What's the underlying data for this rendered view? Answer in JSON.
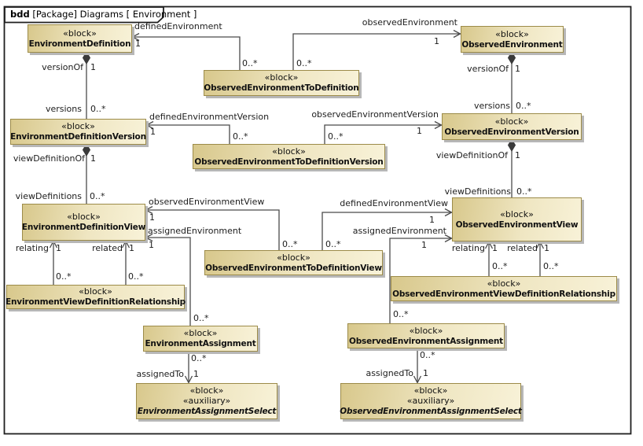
{
  "diagram": {
    "tab_kind": "bdd",
    "tab_rest": "[Package] Diagrams [ Environment ]"
  },
  "colors": {
    "block_fill_left": "#d8c88c",
    "block_fill_right": "#f8f2d8",
    "block_border": "#9c8b49",
    "connector": "#4a4a4a",
    "frame": "#1f1f1f",
    "background": "#ffffff"
  },
  "blocks": {
    "environment_definition": {
      "stereotype": "«block»",
      "name": "EnvironmentDefinition"
    },
    "observed_environment": {
      "stereotype": "«block»",
      "name": "ObservedEnvironment"
    },
    "observed_environment_to_definition": {
      "stereotype": "«block»",
      "name": "ObservedEnvironmentToDefinition"
    },
    "environment_definition_version": {
      "stereotype": "«block»",
      "name": "EnvironmentDefinitionVersion"
    },
    "observed_environment_version": {
      "stereotype": "«block»",
      "name": "ObservedEnvironmentVersion"
    },
    "observed_environment_to_definition_version": {
      "stereotype": "«block»",
      "name": "ObservedEnvironmentToDefinitionVersion"
    },
    "environment_definition_view": {
      "stereotype": "«block»",
      "name": "EnvironmentDefinitionView"
    },
    "observed_environment_view": {
      "stereotype": "«block»",
      "name": "ObservedEnvironmentView"
    },
    "observed_environment_to_definition_view": {
      "stereotype": "«block»",
      "name": "ObservedEnvironmentToDefinitionView"
    },
    "environment_view_definition_relationship": {
      "stereotype": "«block»",
      "name": "EnvironmentViewDefinitionRelationship"
    },
    "observed_environment_view_definition_relationship": {
      "stereotype": "«block»",
      "name": "ObservedEnvironmentViewDefinitionRelationship"
    },
    "environment_assignment": {
      "stereotype": "«block»",
      "name": "EnvironmentAssignment"
    },
    "observed_environment_assignment": {
      "stereotype": "«block»",
      "name": "ObservedEnvironmentAssignment"
    },
    "environment_assignment_select": {
      "stereotype": "«block»",
      "stereotype2": "«auxiliary»",
      "name": "EnvironmentAssignmentSelect"
    },
    "observed_environment_assignment_select": {
      "stereotype": "«block»",
      "stereotype2": "«auxiliary»",
      "name": "ObservedEnvironmentAssignmentSelect"
    }
  },
  "labels": {
    "definedEnvironment": "definedEnvironment",
    "observedEnvironment": "observedEnvironment",
    "definedEnvironmentVersion": "definedEnvironmentVersion",
    "observedEnvironmentVersion": "observedEnvironmentVersion",
    "definedEnvironmentView": "definedEnvironmentView",
    "observedEnvironmentView": "observedEnvironmentView",
    "assignedEnvironment": "assignedEnvironment",
    "versionOf": "versionOf",
    "versions": "versions",
    "viewDefinitionOf": "viewDefinitionOf",
    "viewDefinitions": "viewDefinitions",
    "relating": "relating",
    "related": "related",
    "assignedTo": "assignedTo",
    "one": "1",
    "many": "0..*"
  }
}
